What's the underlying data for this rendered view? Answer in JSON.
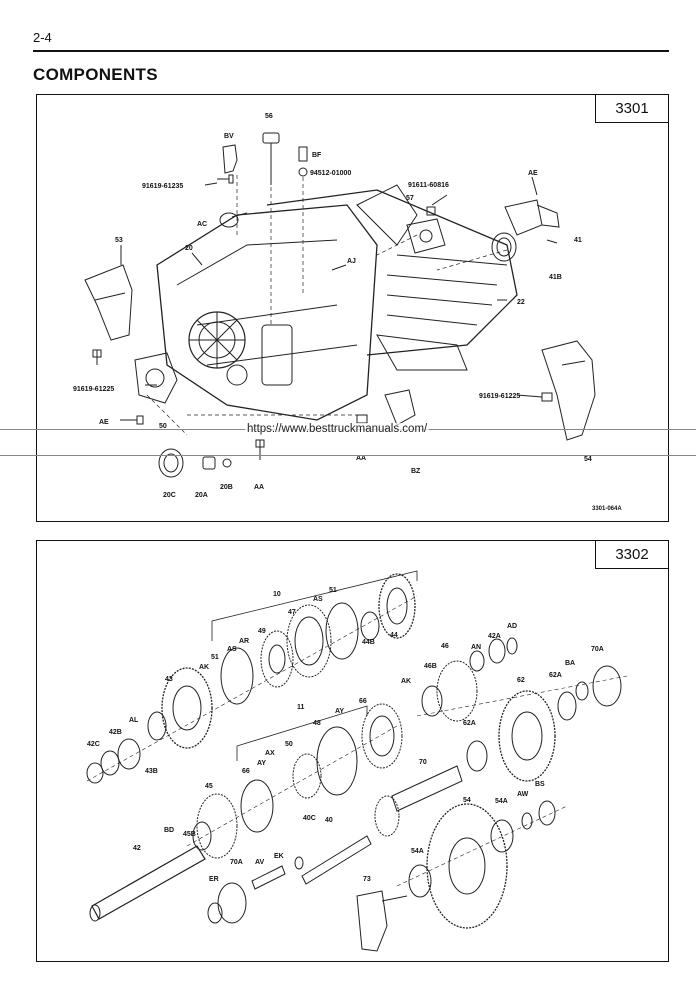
{
  "page": {
    "number": "2-4",
    "heading": "COMPONENTS"
  },
  "watermark": {
    "text": "https://www.besttruckmanuals.com/"
  },
  "figures": [
    {
      "number": "3301",
      "code": "3301-064A",
      "callouts": {
        "c56": "56",
        "cBV": "BV",
        "cBF": "BF",
        "c94512": "94512-01000",
        "c91619a": "91619-61235",
        "c91611": "91611-60816",
        "cAE1": "AE",
        "c57": "57",
        "cAC": "AC",
        "c53": "53",
        "c20": "20",
        "cAJ": "AJ",
        "c41": "41",
        "c41B": "41B",
        "c22": "22",
        "c91619b": "91619-61225",
        "c91619c": "91619-61225",
        "cAE2": "AE",
        "c50": "50",
        "cAA1": "AA",
        "cBZ": "BZ",
        "c54": "54",
        "c20C": "20C",
        "c20A": "20A",
        "c20B": "20B",
        "cAA2": "AA"
      }
    },
    {
      "number": "3302",
      "callouts": {
        "c10": "10",
        "c51a": "51",
        "cAS1": "AS",
        "c47": "47",
        "c49": "49",
        "cAR": "AR",
        "cAS2": "AS",
        "c51b": "51",
        "c44B": "44B",
        "c44": "44",
        "cAD": "AD",
        "c42A": "42A",
        "cAN": "AN",
        "c46": "46",
        "c46B": "46B",
        "cAK1": "AK",
        "c43": "43",
        "c70A1": "70A",
        "cBA": "BA",
        "c62": "62",
        "c62A1": "62A",
        "cAK2": "AK",
        "c66a": "66",
        "cAY1": "AY",
        "c11": "11",
        "c48": "48",
        "c42C": "42C",
        "c42B": "42B",
        "cAL": "AL",
        "c43B": "43B",
        "cAX": "AX",
        "c50": "50",
        "c66b": "66",
        "cAY2": "AY",
        "c62A2": "62A",
        "c70": "70",
        "c45": "45",
        "c54": "54",
        "c54A1": "54A",
        "cAW": "AW",
        "cBS": "BS",
        "c45B": "45B",
        "cBD": "BD",
        "c40C": "40C",
        "c40": "40",
        "c42": "42",
        "cEK": "EK",
        "c70A2": "70A",
        "cAV": "AV",
        "cER": "ER",
        "c54A2": "54A",
        "c73": "73"
      }
    }
  ]
}
